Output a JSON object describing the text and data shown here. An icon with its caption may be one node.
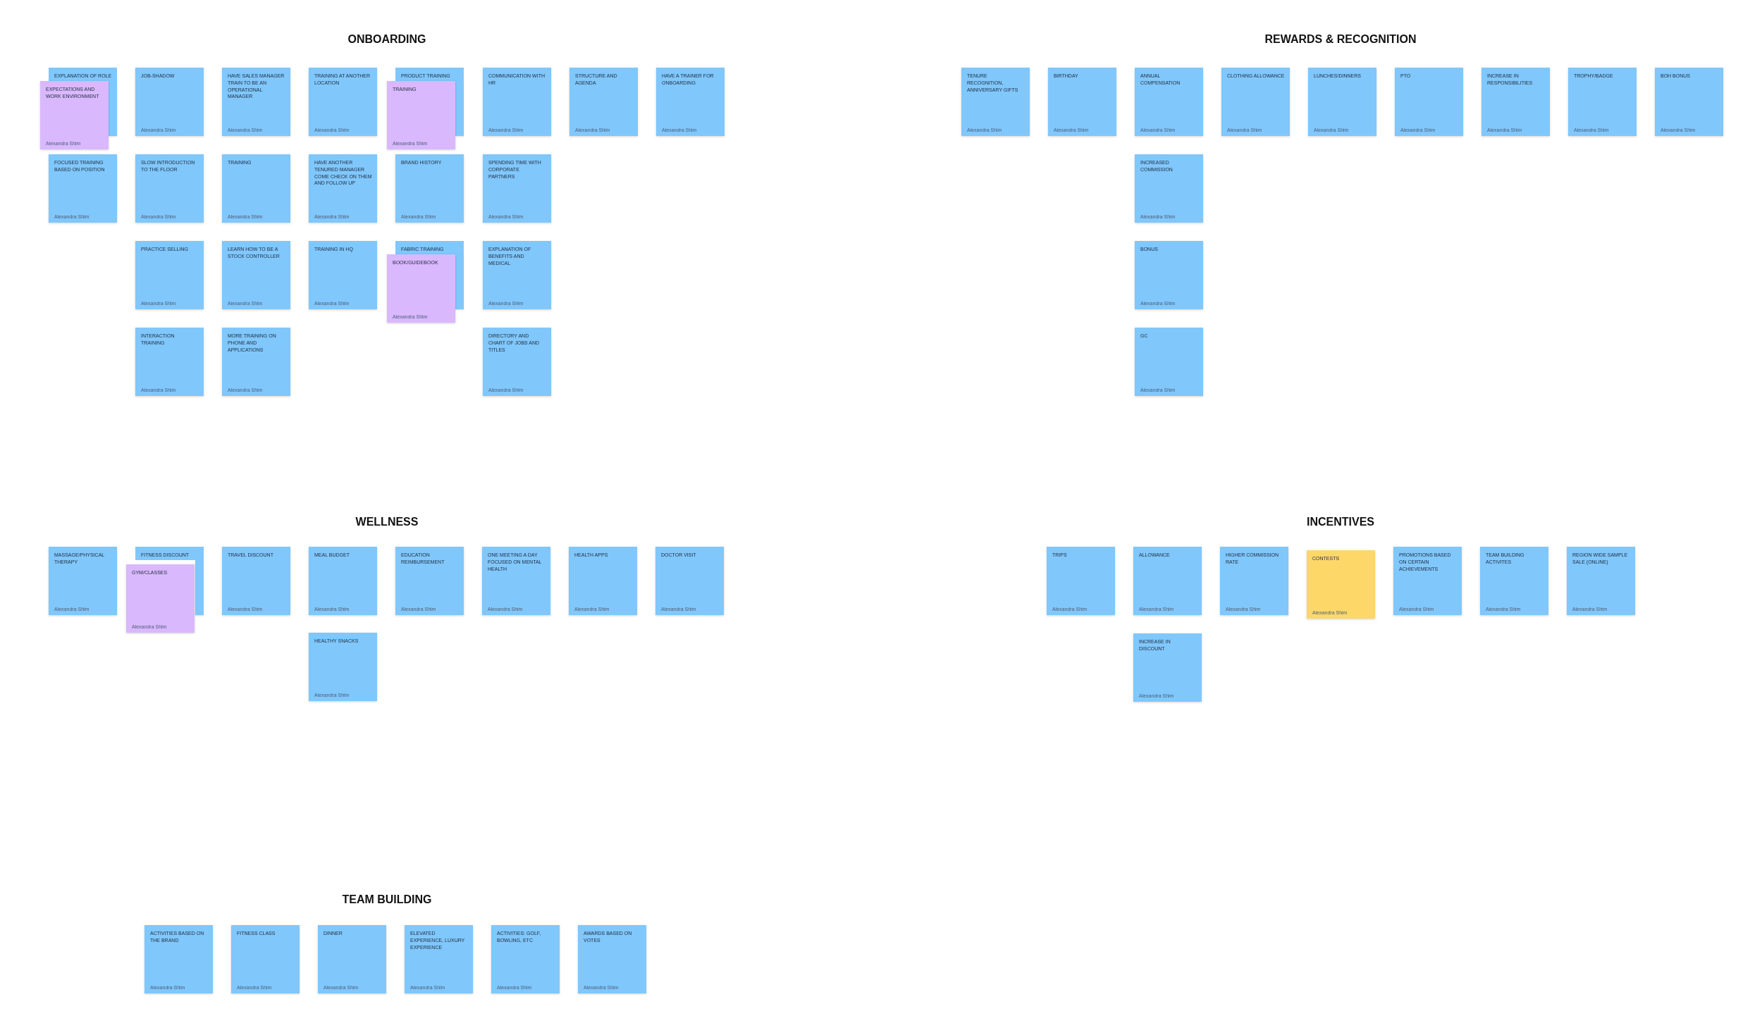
{
  "diagram": {
    "nodes": [
      {
        "text": [
          "EXPLANATION OF ROLE"
        ]
      },
      {
        "text": [
          "EXPECTATIONS AND WORK ENVIRONMENT",
          "Alexandra Shim"
        ]
      },
      {
        "text": [
          "JOB-SHADOW",
          "Alexandra Shim"
        ]
      },
      {
        "text": [
          "HAVE SALES MANAGER TRAIN TO BE AN OPERATIONAL MANAGER",
          "Alexandra Shim"
        ]
      },
      {
        "text": [
          "TRAINING AT ANOTHER LOCATION",
          "Alexandra Shim"
        ]
      },
      {
        "text": [
          "PRODUCT TRAINING"
        ]
      },
      {
        "text": [
          "TRAINING",
          "Alexandra Shim"
        ]
      },
      {
        "text": [
          "COMMUNICATION WITH HR",
          "Alexandra Shim"
        ]
      },
      {
        "text": [
          "STRUCTURE AND AGENDA",
          "Alexandra Shim"
        ]
      },
      {
        "text": [
          "HAVE A TRAINER FOR ONBOARDING",
          "Alexandra Shim"
        ]
      },
      {
        "text": [
          "FOCUSED TRAINING BASED ON POSITION",
          "Alexandra Shim"
        ]
      },
      {
        "text": [
          "SLOW INTRODUCTION TO THE FLOOR",
          "Alexandra Shim"
        ]
      },
      {
        "text": [
          "TRAINING",
          "Alexandra Shim"
        ]
      },
      {
        "text": [
          "HAVE ANOTHER TENURED MANAGER COME CHECK ON THEM AND FOLLOW UP",
          "Alexandra Shim"
        ]
      },
      {
        "text": [
          "BRAND HISTORY",
          "Alexandra Shim"
        ]
      },
      {
        "text": [
          "SPENDING TIME WITH CORPORATE PARTNERS",
          "Alexandra Shim"
        ]
      },
      {
        "text": [
          "PRACTICE SELLING",
          "Alexandra Shim"
        ]
      },
      {
        "text": [
          "LEARN HOW TO BE A STOCK CONTROLLER",
          "Alexandra Shim"
        ]
      },
      {
        "text": [
          "TRAINING IN HQ",
          "Alexandra Shim"
        ]
      },
      {
        "text": [
          "FABRIC TRAINING"
        ]
      },
      {
        "text": [
          "BOOK/GUIDEBOOK",
          "Alexandra Shim"
        ]
      },
      {
        "text": [
          "EXPLANATION OF BENEFITS AND MEDICAL",
          "Alexandra Shim"
        ]
      },
      {
        "text": [
          "INTERACTION TRAINING",
          "Alexandra Shim"
        ]
      },
      {
        "text": [
          "MORE TRAINING ON PHONE AND APPLICATIONS",
          "Alexandra Shim"
        ]
      },
      {
        "text": [
          "DIRECTORY AND CHART OF JOBS AND TITLES",
          "Alexandra Shim"
        ]
      },
      {
        "text": [
          "TENURE RECOGNITION, ANNIVERSARY GIFTS",
          "Alexandra Shim"
        ]
      },
      {
        "text": [
          "BIRTHDAY",
          "Alexandra Shim"
        ]
      },
      {
        "text": [
          "ANNUAL COMPENSATION",
          "Alexandra Shim"
        ]
      },
      {
        "text": [
          "CLOTHING ALLOWANCE",
          "Alexandra Shim"
        ]
      },
      {
        "text": [
          "LUNCHES/DINNERS",
          "Alexandra Shim"
        ]
      },
      {
        "text": [
          "PTO",
          "Alexandra Shim"
        ]
      },
      {
        "text": [
          "INCREASE IN RESPONSIBILITIES",
          "Alexandra Shim"
        ]
      },
      {
        "text": [
          "TROPHY/BADGE",
          "Alexandra Shim"
        ]
      },
      {
        "text": [
          "BOH BONUS",
          "Alexandra Shim"
        ]
      },
      {
        "text": [
          "INCREASED COMMISSION",
          "Alexandra Shim"
        ]
      },
      {
        "text": [
          "BONUS",
          "Alexandra Shim"
        ]
      },
      {
        "text": [
          "GC",
          "Alexandra Shim"
        ]
      },
      {
        "text": [
          "MASSAGE/PHYSICAL THERAPY",
          "Alexandra Shim"
        ]
      },
      {
        "text": [
          "FITNESS DISCOUNT"
        ]
      },
      {
        "text": [
          "GYM/CLASSES",
          "Alexandra Shim"
        ]
      },
      {
        "text": [
          "TRAVEL DISCOUNT",
          "Alexandra Shim"
        ]
      },
      {
        "text": [
          "MEAL BUDGET",
          "Alexandra Shim"
        ]
      },
      {
        "text": [
          "EDUCATION REIMBURSEMENT",
          "Alexandra Shim"
        ]
      },
      {
        "text": [
          "ONE MEETING A DAY FOCUSED ON MENTAL HEALTH",
          "Alexandra Shim"
        ]
      },
      {
        "text": [
          "HEALTH APPS",
          "Alexandra Shim"
        ]
      },
      {
        "text": [
          "DOCTOR VISIT",
          "Alexandra Shim"
        ]
      },
      {
        "text": [
          "HEALTHY SNACKS",
          "Alexandra Shim"
        ]
      },
      {
        "text": [
          "TRIPS",
          "Alexandra Shim"
        ]
      },
      {
        "text": [
          "ALLOWANCE",
          "Alexandra Shim"
        ]
      },
      {
        "text": [
          "HIGHER COMMISSION RATE",
          "Alexandra Shim"
        ]
      },
      {
        "text": [
          "CONTESTS",
          "Alexandra Shim"
        ]
      },
      {
        "text": [
          "PROMOTIONS BASED ON CERTAIN ACHIEVEMENTS",
          "Alexandra Shim"
        ]
      },
      {
        "text": [
          "TEAM BUILDING ACTIVITES",
          "Alexandra Shim"
        ]
      },
      {
        "text": [
          "REGION WIDE SAMPLE SALE (ONLINE)",
          "Alexandra Shim"
        ]
      },
      {
        "text": [
          "INCREASE IN DISCOUNT",
          "Alexandra Shim"
        ]
      },
      {
        "text": [
          "ACTIVITIES BASED ON THE BRAND",
          "Alexandra Shim"
        ]
      },
      {
        "text": [
          "FITNESS CLASS",
          "Alexandra Shim"
        ]
      },
      {
        "text": [
          "DINNER",
          "Alexandra Shim"
        ]
      },
      {
        "text": [
          "ELEVATED EXPERIENCE, LUXURY EXPERIENCE",
          "Alexandra Shim"
        ]
      },
      {
        "text": [
          "ACTIVITIES: GOLF, BOWLING, ETC",
          "Alexandra Shim"
        ]
      },
      {
        "text": [
          "AWARDS BASED ON VOTES",
          "Alexandra Shim"
        ]
      }
    ],
    "labels": [
      "ONBOARDING",
      "REWARDS & RECOGNITION",
      "WELLNESS",
      "INCENTIVES",
      "TEAM BUILDING"
    ]
  }
}
